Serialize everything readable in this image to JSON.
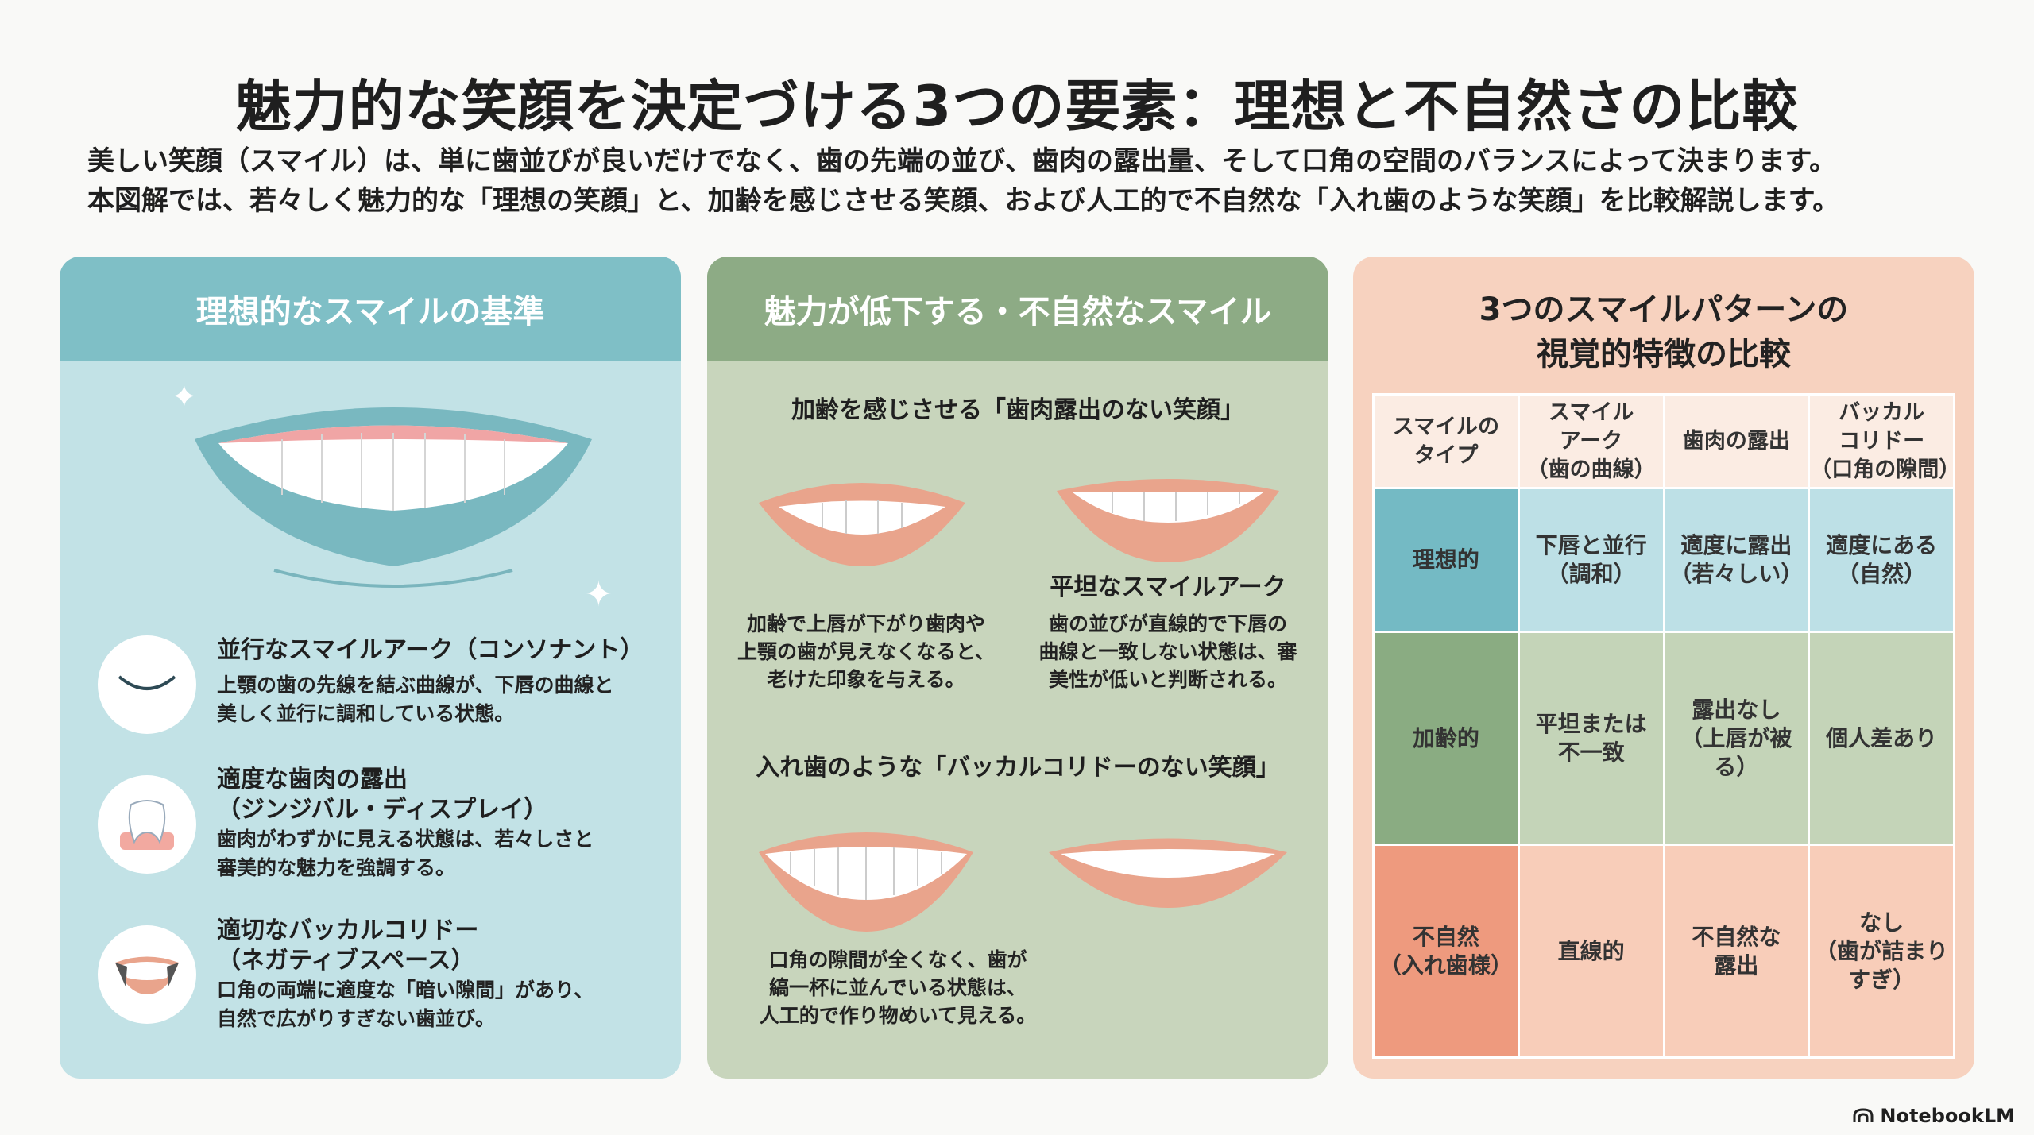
{
  "title": "魅力的な笑顔を決定づける3つの要素：理想と不自然さの比較",
  "intro": {
    "line1": "美しい笑顔（スマイル）は、単に歯並びが良いだけでなく、歯の先端の並び、歯肉の露出量、そして口角の空間のバランスによって決まります。",
    "line2": "本図解では、若々しく魅力的な「理想の笑顔」と、加齢を感じさせる笑顔、および人工的で不自然な「入れ歯のような笑顔」を比較解説します。"
  },
  "panel_ideal": {
    "heading": "理想的なスマイルの基準",
    "features": [
      {
        "icon": "smile-curve-icon",
        "title": "並行なスマイルアーク（コンソナント）",
        "body1": "上顎の歯の先線を結ぶ曲線が、下唇の曲線と",
        "body2": "美しく並行に調和している状態。"
      },
      {
        "icon": "tooth-gum-icon",
        "title1": "適度な歯肉の露出",
        "title2": "（ジンジバル・ディスプレイ）",
        "body1": "歯肉がわずかに見える状態は、若々しさと",
        "body2": "審美的な魅力を強調する。"
      },
      {
        "icon": "mouth-corner-icon",
        "title1": "適切なバッカルコリドー",
        "title2": "（ネガティブスペース）",
        "body1": "口角の両端に適度な「暗い隙間」があり、",
        "body2": "自然で広がりすぎない歯並び。"
      }
    ]
  },
  "panel_unnatural": {
    "heading": "魅力が低下する・不自然なスマイル",
    "section1": {
      "heading": "加齢を感じさせる「歯肉露出のない笑顔」",
      "left_caption": [
        "加齢で上唇が下がり歯肉や",
        "上顎の歯が見えなくなると、",
        "老けた印象を与える。"
      ],
      "right_title": "平坦なスマイルアーク",
      "right_caption": [
        "歯の並びが直線的で下唇の",
        "曲線と一致しない状態は、審",
        "美性が低いと判断される。"
      ]
    },
    "section2": {
      "heading": "入れ歯のような「バッカルコリドーのない笑顔」",
      "caption": [
        "口角の隙間が全くなく、歯が",
        "縞一杯に並んでいる状態は、",
        "人工的で作り物めいて見える。"
      ]
    }
  },
  "panel_compare": {
    "heading1": "3つのスマイルパターンの",
    "heading2": "視覚的特徴の比較",
    "columns": [
      [
        "スマイルの",
        "タイプ"
      ],
      [
        "スマイル",
        "アーク",
        "（歯の曲線）"
      ],
      [
        "歯肉の露出"
      ],
      [
        "バッカル",
        "コリドー",
        "（口角の隙間）"
      ]
    ],
    "rows": [
      {
        "type": [
          "理想的"
        ],
        "arc": [
          "下唇と並行",
          "（調和）"
        ],
        "gum": [
          "適度に露出",
          "（若々しい）"
        ],
        "buccal": [
          "適度にある",
          "（自然）"
        ]
      },
      {
        "type": [
          "加齢的"
        ],
        "arc": [
          "平坦または",
          "不一致"
        ],
        "gum": [
          "露出なし",
          "（上唇が被る）"
        ],
        "buccal": [
          "個人差あり"
        ]
      },
      {
        "type": [
          "不自然",
          "（入れ歯様）"
        ],
        "arc": [
          "直線的"
        ],
        "gum": [
          "不自然な",
          "露出"
        ],
        "buccal": [
          "なし",
          "（歯が詰まり",
          "すぎ）"
        ]
      }
    ]
  },
  "brand": "NotebookLM",
  "colors": {
    "ideal": "#74bac4",
    "aging": "#8aac82",
    "unnatural": "#ee9a7e",
    "lip": "#e9a48c"
  }
}
